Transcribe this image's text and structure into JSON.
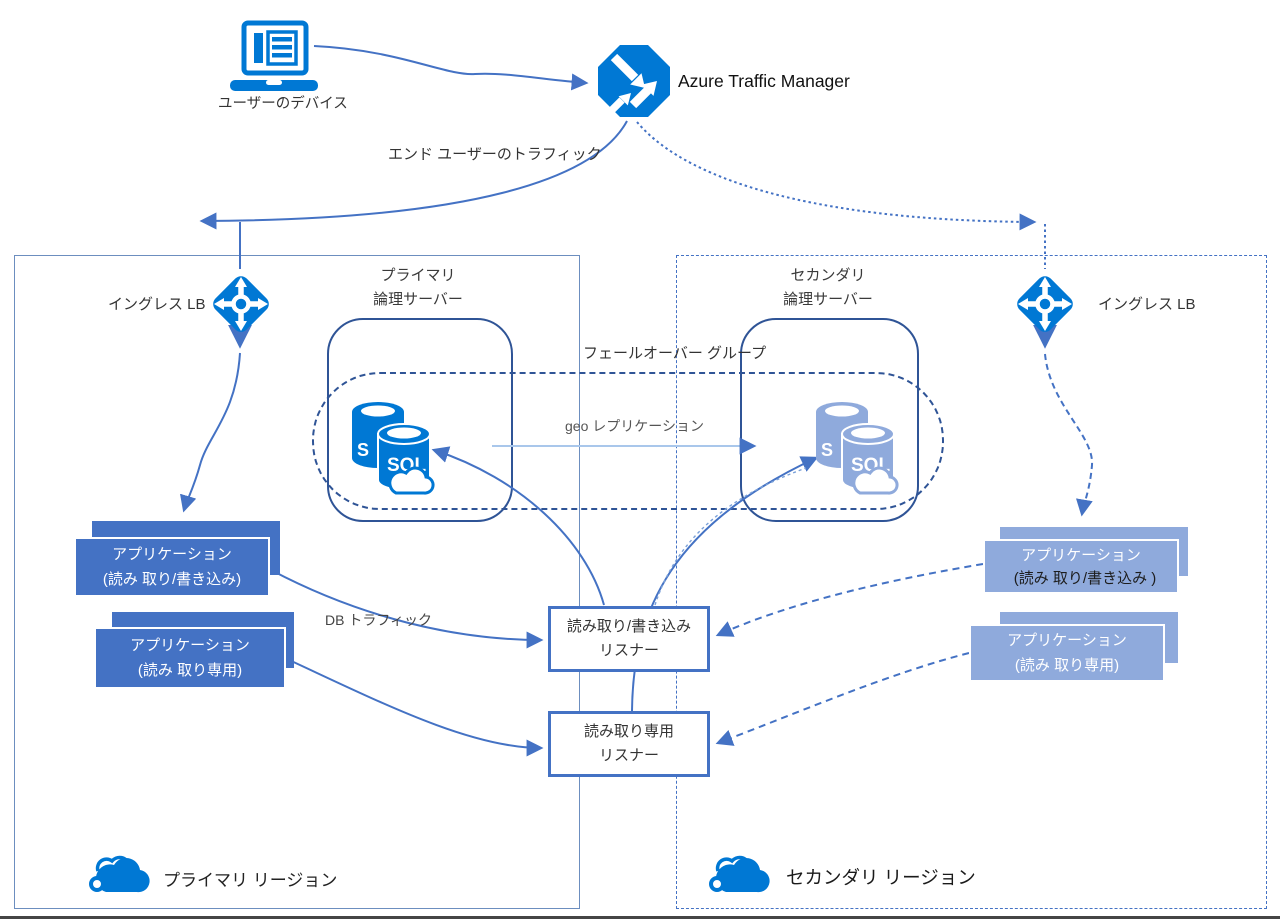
{
  "title": "Azure SQL failover group architecture diagram",
  "colors": {
    "icon_blue": "#0078D4",
    "connector_blue": "#4472C4",
    "dark_navy": "#2F5496",
    "primary_app_fill": "#4472C4",
    "secondary_app_fill": "#8FAADC",
    "geo_line": "#A9C7EB",
    "region_border": "#6C8EBF"
  },
  "nodes": {
    "device": {
      "label": "ユーザーのデバイス",
      "icon": "laptop-icon"
    },
    "traffic_manager": {
      "label": "Azure Traffic Manager",
      "icon": "traffic-manager-icon"
    },
    "ingress_lb_left": {
      "label": "イングレス LB",
      "icon": "load-balancer-icon"
    },
    "ingress_lb_right": {
      "label": "イングレス LB",
      "icon": "load-balancer-icon"
    },
    "primary_server": {
      "label_line1": "プライマリ",
      "label_line2": "論理サーバー"
    },
    "secondary_server": {
      "label_line1": "セカンダリ",
      "label_line2": "論理サーバー"
    },
    "failover_group": {
      "label": "フェールオーバー グループ"
    },
    "sql_primary": {
      "text": "SQL",
      "back_text": "S",
      "icon": "sql-database-icon"
    },
    "sql_secondary": {
      "text": "SQL",
      "back_text": "S",
      "icon": "sql-database-icon"
    }
  },
  "apps": {
    "primary_rw": {
      "line1": "アプリケーション",
      "line2": "(読み 取り/書き込み)"
    },
    "primary_ro": {
      "line1": "アプリケーション",
      "line2": "(読み 取り専用)"
    },
    "secondary_rw": {
      "line1": "アプリケーション",
      "line2": "(読み 取り/書き込み )"
    },
    "secondary_ro": {
      "line1": "アプリケーション",
      "line2": "(読み 取り専用)"
    }
  },
  "listeners": {
    "read_write": {
      "line1": "読み取り/書き込み",
      "line2": "リスナー"
    },
    "read_only": {
      "line1": "読み取り専用",
      "line2": "リスナー"
    }
  },
  "edge_labels": {
    "end_user_traffic": "エンド ユーザーのトラフィック",
    "db_traffic": "DB トラフィック",
    "geo_replication": "geo レプリケーション"
  },
  "regions": {
    "primary": {
      "label": "プライマリ リージョン",
      "icon": "azure-region-cloud-icon"
    },
    "secondary": {
      "label": "セカンダリ リージョン",
      "icon": "azure-region-cloud-icon"
    }
  }
}
